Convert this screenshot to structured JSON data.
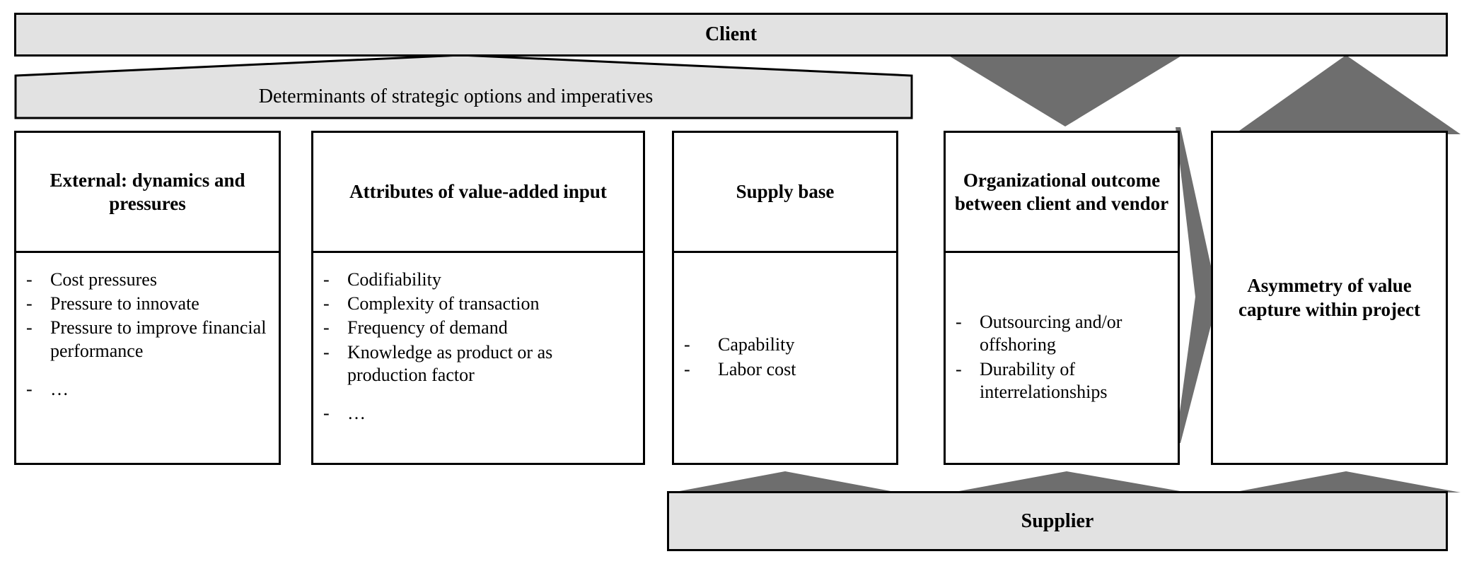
{
  "diagram": {
    "title": "Determinants of strategic options and imperatives framework",
    "colors": {
      "bar_fill": "#e2e2e2",
      "arrow_fill": "#6e6e6e",
      "box_fill": "#ffffff",
      "stroke": "#000000"
    },
    "top_bar": {
      "label": "Client"
    },
    "bottom_bar": {
      "label": "Supplier"
    },
    "banner": {
      "label": "Determinants of strategic options and imperatives"
    },
    "columns": [
      {
        "id": "external",
        "heading": "External: dynamics and pressures",
        "items": [
          "Cost pressures",
          "Pressure to innovate",
          "Pressure to improve financial performance",
          "…"
        ],
        "last_item_spaced": true
      },
      {
        "id": "attributes",
        "heading": "Attributes of value-added input",
        "items": [
          "Codifiability",
          "Complexity of transaction",
          "Frequency of demand",
          "Knowledge as product or as production factor",
          "…"
        ],
        "last_item_spaced": true
      },
      {
        "id": "supply-base",
        "heading": "Supply base",
        "items": [
          "Capability",
          "Labor cost"
        ],
        "last_item_spaced": false
      },
      {
        "id": "organizational-outcome",
        "heading": "Organizational outcome between client and vendor",
        "items": [
          "Outsourcing and/or offshoring",
          "Durability of interrelationships"
        ],
        "last_item_spaced": false
      }
    ],
    "outcome_box": {
      "id": "asymmetry",
      "heading": "Asymmetry of value capture within project"
    },
    "bullet_marker": "-",
    "arrows": [
      {
        "name": "client-to-organizational-outcome",
        "direction": "down"
      },
      {
        "name": "client-to-asymmetry",
        "direction": "down"
      },
      {
        "name": "organizational-outcome-to-asymmetry",
        "direction": "right"
      },
      {
        "name": "supply-base-to-supplier",
        "direction": "down"
      },
      {
        "name": "organizational-outcome-to-supplier",
        "direction": "down"
      },
      {
        "name": "asymmetry-to-supplier",
        "direction": "down"
      }
    ]
  }
}
